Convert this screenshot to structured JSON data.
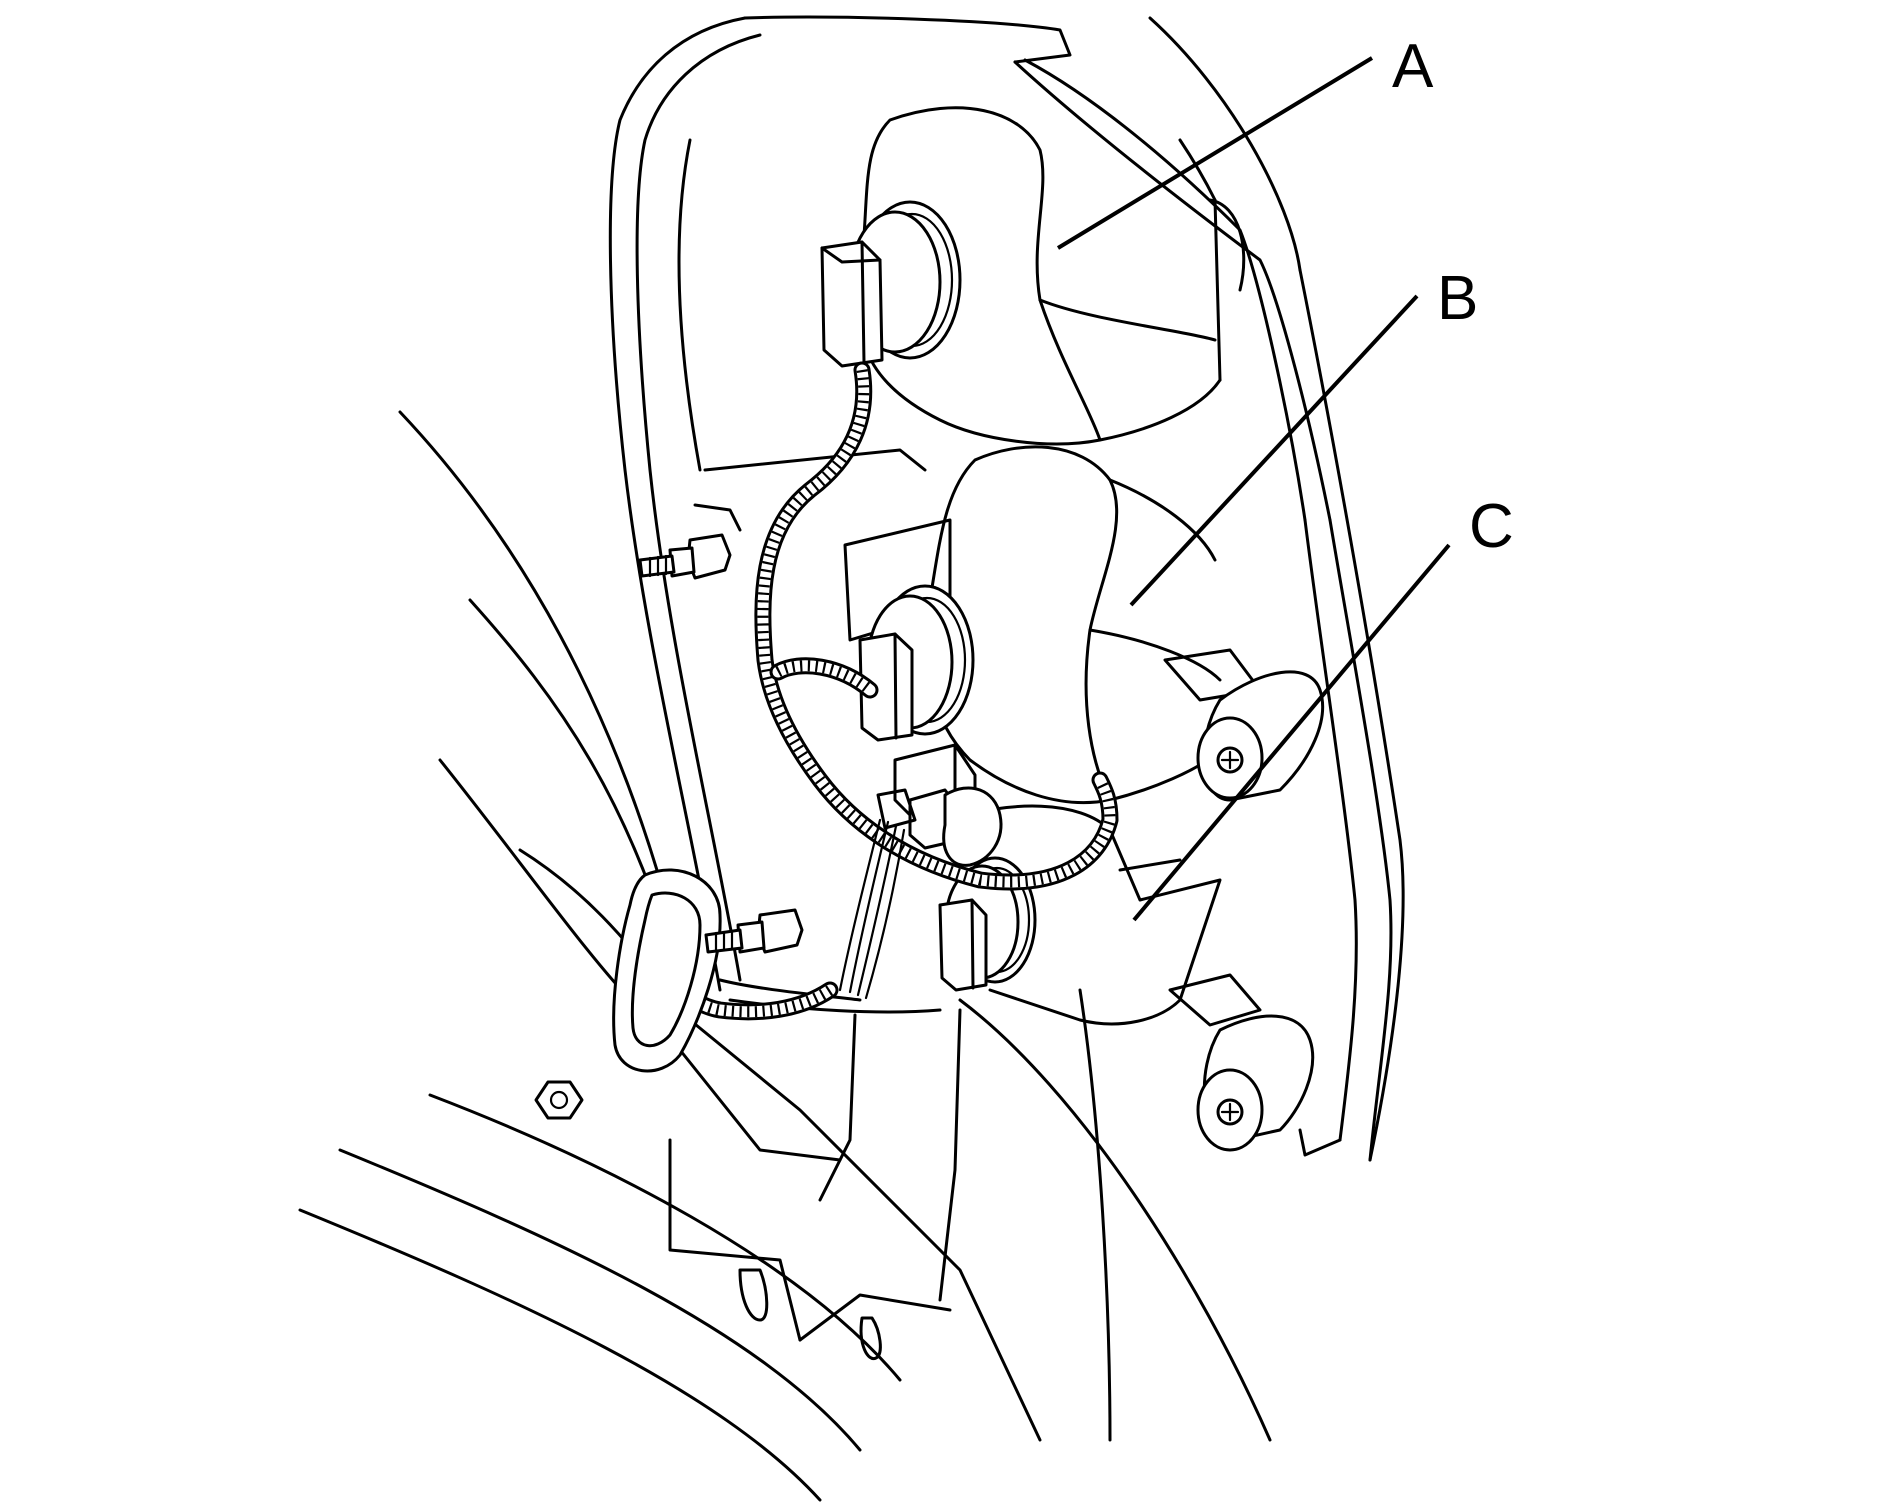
{
  "diagram": {
    "callouts": {
      "a": "A",
      "b": "B",
      "c": "C"
    },
    "line_color": "#000000",
    "background_color": "#ffffff"
  }
}
